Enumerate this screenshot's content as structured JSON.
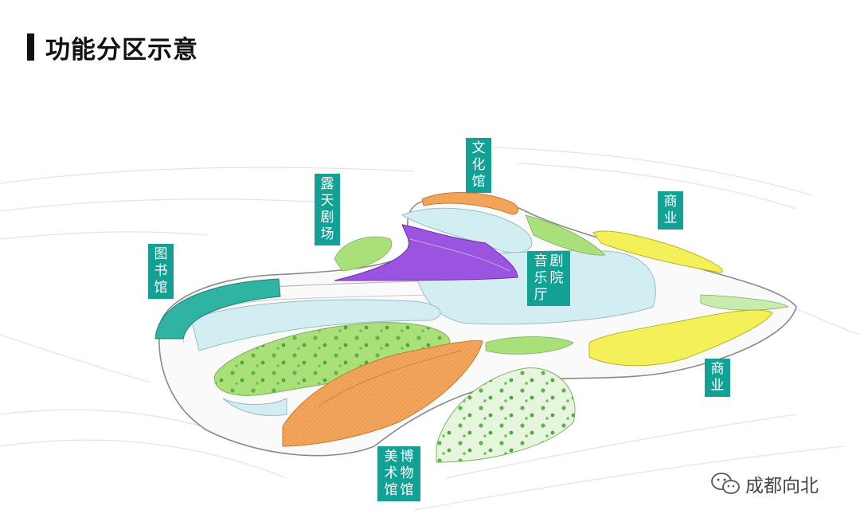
{
  "title": "功能分区示意",
  "zones": {
    "culture_hall": "文化馆",
    "amphitheater": "露天剧场",
    "library": "图书馆",
    "concert_hall": "音乐厅",
    "theater": "剧院",
    "commercial_1": "商业",
    "commercial_2": "商业",
    "art_museum": "美术馆",
    "museum": "博物馆"
  },
  "watermark": "成都向北",
  "colors": {
    "label_bg": "#13a095",
    "culture_hall": "#f2a55a",
    "theater_concert": "#9b54e0",
    "library": "#2fb3a2",
    "commercial": "#f4f05a",
    "museum": "#f2a55a",
    "water": "#d3eef2",
    "lawn": "#a9e07a"
  },
  "icons": {
    "watermark": "wechat-icon"
  }
}
